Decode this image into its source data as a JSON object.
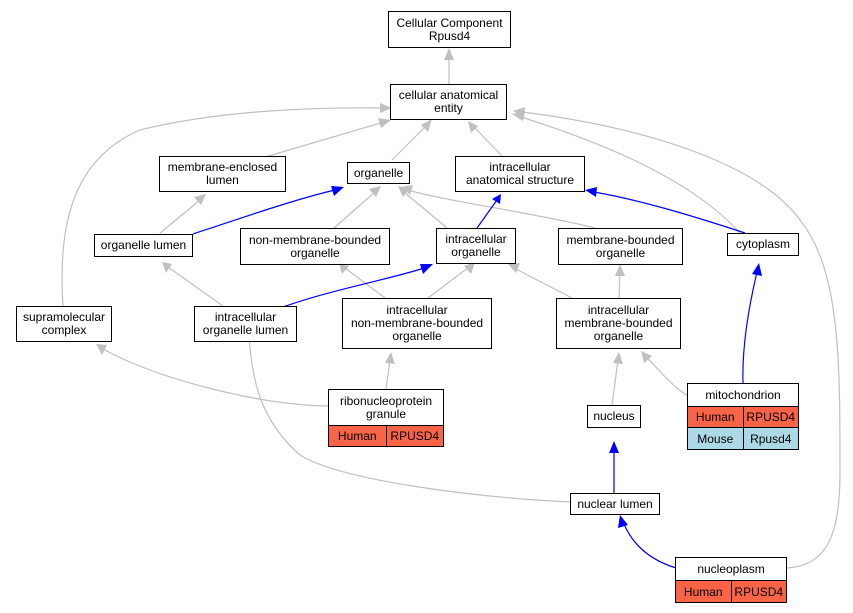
{
  "colors": {
    "gray_edge": "#c0c0c0",
    "blue_edge": "#0000ff",
    "human_fill": "#fa6446",
    "mouse_fill": "#add8e6"
  },
  "nodes": {
    "cellular_component": "Cellular Component\nRpusd4",
    "cellular_anatomical_entity": "cellular anatomical\nentity",
    "membrane_enclosed_lumen": "membrane-enclosed\nlumen",
    "organelle": "organelle",
    "intracellular_anatomical_structure": "intracellular\nanatomical structure",
    "organelle_lumen": "organelle lumen",
    "non_membrane_bounded_organelle": "non-membrane-bounded\norganelle",
    "intracellular_organelle": "intracellular\norganelle",
    "membrane_bounded_organelle": "membrane-bounded\norganelle",
    "cytoplasm": "cytoplasm",
    "supramolecular_complex": "supramolecular\ncomplex",
    "intracellular_organelle_lumen": "intracellular\norganelle lumen",
    "intracellular_non_membrane_bounded_organelle": "intracellular\nnon-membrane-bounded\norganelle",
    "intracellular_membrane_bounded_organelle": "intracellular\nmembrane-bounded\norganelle",
    "nucleus": "nucleus",
    "nuclear_lumen": "nuclear lumen"
  },
  "annotated_nodes": {
    "ribonucleoprotein_granule": {
      "title": "ribonucleoprotein\ngranule",
      "rows": [
        {
          "species": "Human",
          "gene": "RPUSD4"
        }
      ]
    },
    "mitochondrion": {
      "title": "mitochondrion",
      "rows": [
        {
          "species": "Human",
          "gene": "RPUSD4"
        },
        {
          "species": "Mouse",
          "gene": "Rpusd4"
        }
      ]
    },
    "nucleoplasm": {
      "title": "nucleoplasm",
      "rows": [
        {
          "species": "Human",
          "gene": "RPUSD4"
        }
      ]
    }
  }
}
